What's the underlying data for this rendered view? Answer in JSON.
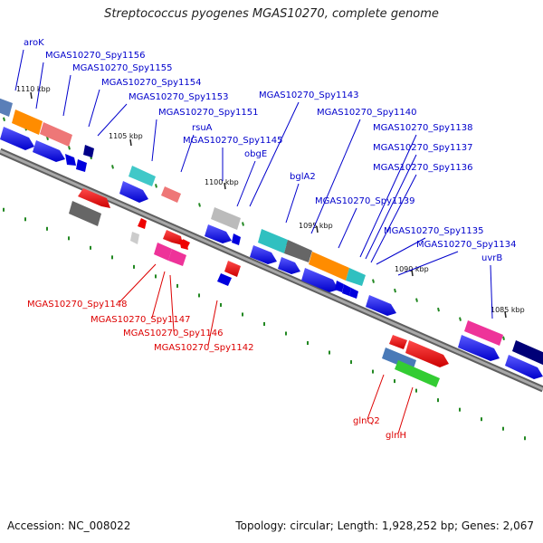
{
  "title": "Streptococcus pyogenes MGAS10270, complete genome",
  "footer": {
    "accession": "Accession: NC_008022",
    "summary": "Topology: circular; Length: 1,928,252 bp; Genes: 2,067"
  },
  "ticks": [
    {
      "label": "1110 kbp"
    },
    {
      "label": "1105 kbp"
    },
    {
      "label": "1100 kbp"
    },
    {
      "label": "1095 kbp"
    },
    {
      "label": "1090 kbp"
    },
    {
      "label": "1085 kbp"
    }
  ],
  "labels_forward": [
    {
      "text": "aroK",
      "color": "#0000cc"
    },
    {
      "text": "MGAS10270_Spy1156",
      "color": "#0000cc"
    },
    {
      "text": "MGAS10270_Spy1155",
      "color": "#0000cc"
    },
    {
      "text": "MGAS10270_Spy1154",
      "color": "#0000cc"
    },
    {
      "text": "MGAS10270_Spy1153",
      "color": "#0000cc"
    },
    {
      "text": "MGAS10270_Spy1151",
      "color": "#0000cc"
    },
    {
      "text": "rsuA",
      "color": "#0000cc"
    },
    {
      "text": "MGAS10270_Spy1145",
      "color": "#0000cc"
    },
    {
      "text": "obgE",
      "color": "#0000cc"
    },
    {
      "text": "MGAS10270_Spy1143",
      "color": "#0000cc"
    },
    {
      "text": "bglA2",
      "color": "#0000cc"
    },
    {
      "text": "MGAS10270_Spy1140",
      "color": "#0000cc"
    },
    {
      "text": "MGAS10270_Spy1139",
      "color": "#0000cc"
    },
    {
      "text": "MGAS10270_Spy1138",
      "color": "#0000cc"
    },
    {
      "text": "MGAS10270_Spy1137",
      "color": "#0000cc"
    },
    {
      "text": "MGAS10270_Spy1136",
      "color": "#0000cc"
    },
    {
      "text": "MGAS10270_Spy1135",
      "color": "#0000cc"
    },
    {
      "text": "MGAS10270_Spy1134",
      "color": "#0000cc"
    },
    {
      "text": "uvrB",
      "color": "#0000cc"
    }
  ],
  "labels_reverse": [
    {
      "text": "MGAS10270_Spy1148",
      "color": "#dd0000"
    },
    {
      "text": "MGAS10270_Spy1147",
      "color": "#dd0000"
    },
    {
      "text": "MGAS10270_Spy1146",
      "color": "#dd0000"
    },
    {
      "text": "MGAS10270_Spy1142",
      "color": "#dd0000"
    },
    {
      "text": "glnQ2",
      "color": "#dd0000"
    },
    {
      "text": "glnH",
      "color": "#dd0000"
    }
  ],
  "colors": {
    "forward_gene": "#0000ee",
    "reverse_gene": "#ee0000",
    "backbone": "#888888",
    "gc_tick": "#228822"
  }
}
